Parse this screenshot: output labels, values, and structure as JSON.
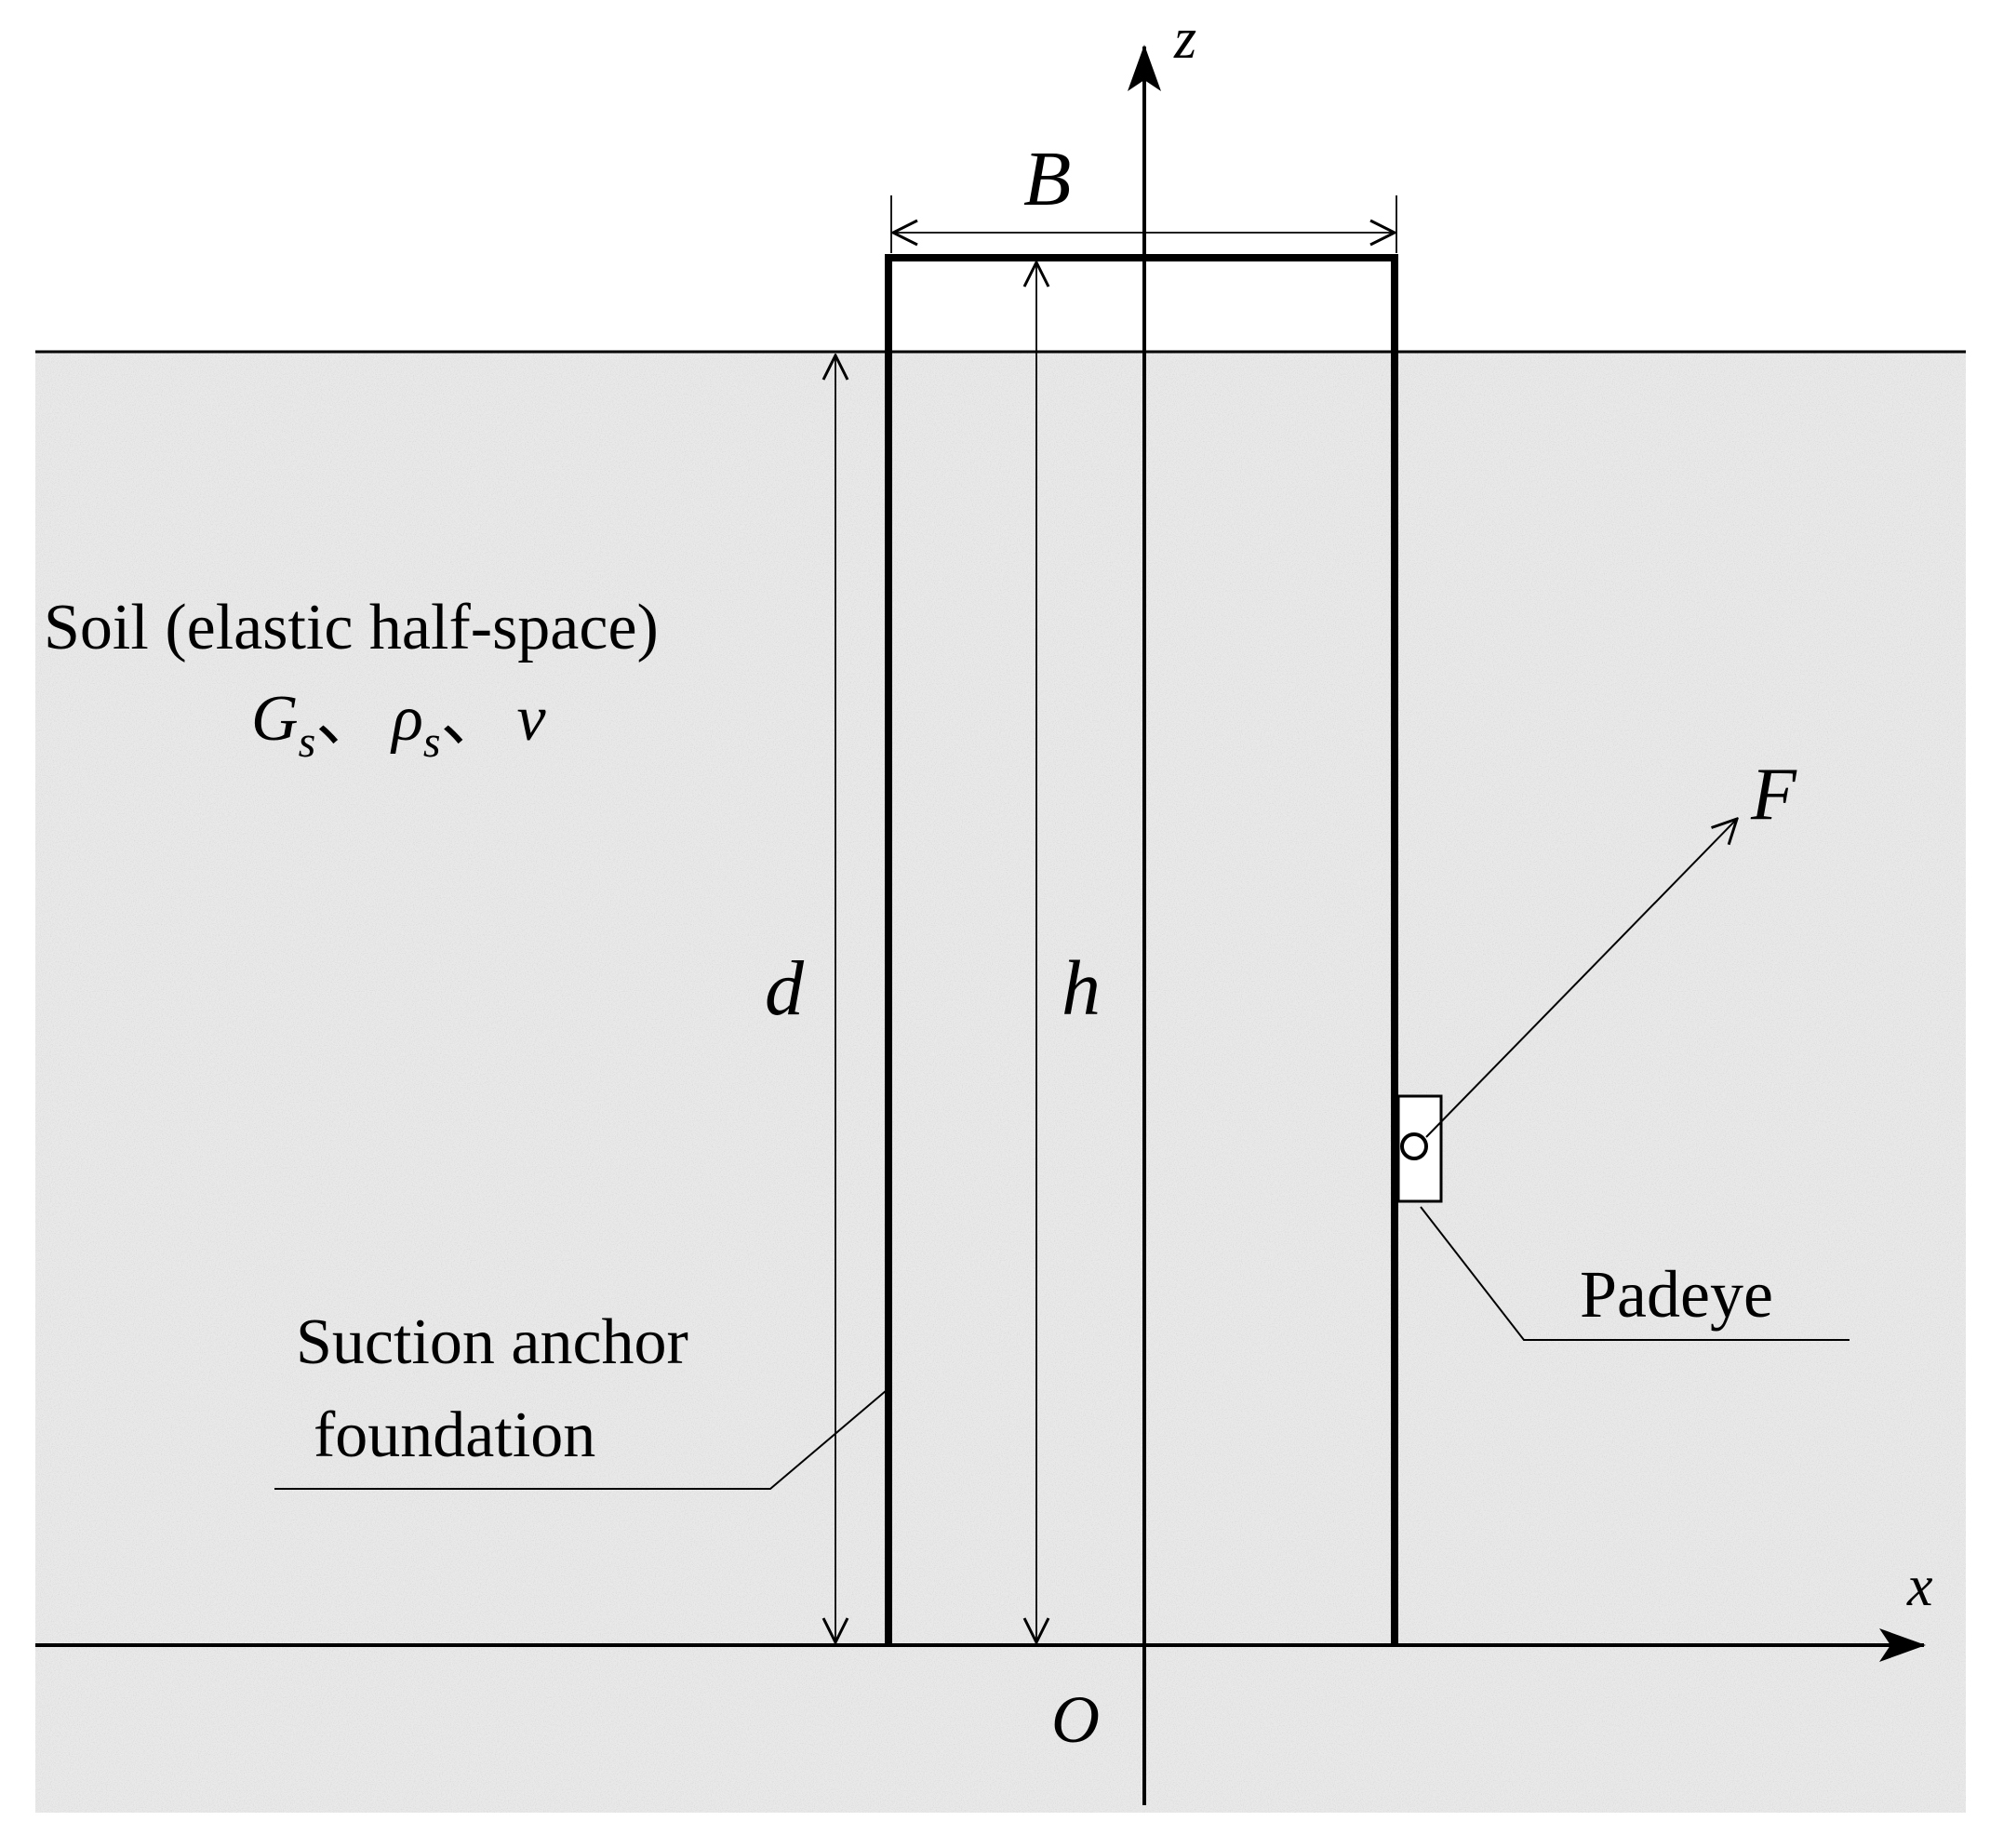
{
  "labels": {
    "z_axis": "z",
    "x_axis": "x",
    "origin": "O",
    "width": "B",
    "embed_depth": "d",
    "height": "h",
    "force": "F",
    "soil_title": "Soil (elastic half-space)",
    "soil_g": "G",
    "soil_rho": "ρ",
    "soil_sub": "s",
    "soil_sep": "、",
    "soil_nu": "ν",
    "anchor_line1": "Suction anchor",
    "anchor_line2": "foundation",
    "padeye": "Padeye"
  },
  "colors": {
    "soil": "#e9e9e9",
    "line": "#000000",
    "background": "#ffffff"
  }
}
